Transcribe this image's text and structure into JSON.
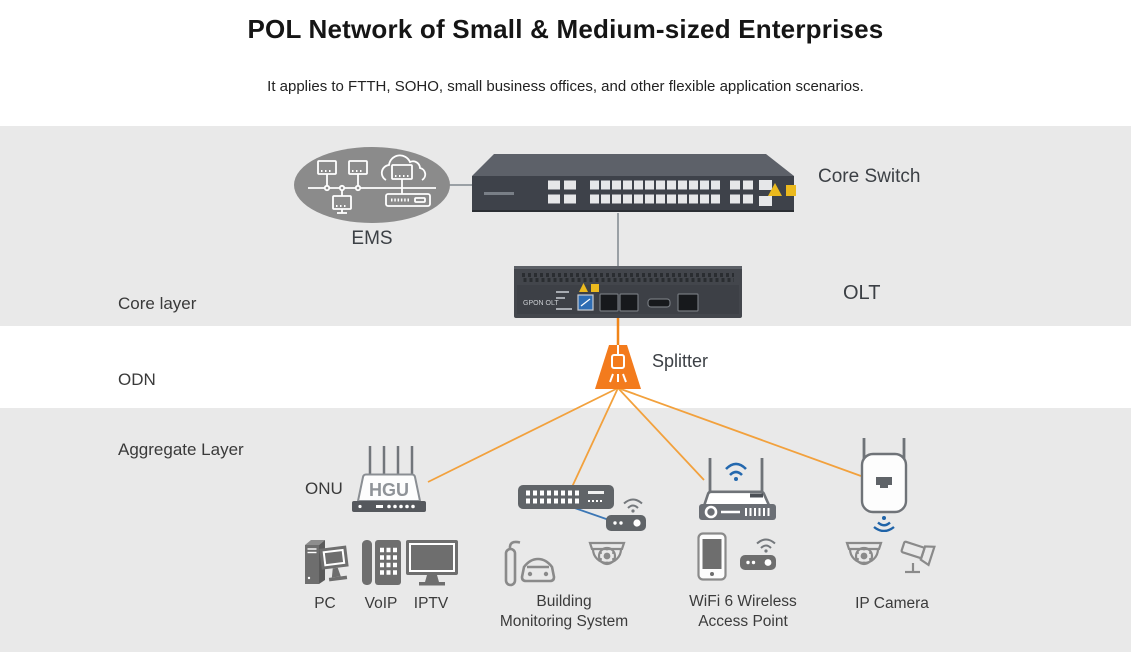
{
  "header": {
    "title": "POL Network of Small & Medium-sized Enterprises",
    "subtitle": "It applies to FTTH, SOHO, small business offices, and other flexible application scenarios."
  },
  "layers": {
    "core": "Core layer",
    "odn": "ODN",
    "aggregate": "Aggregate Layer"
  },
  "nodes": {
    "ems": "EMS",
    "core_switch": "Core Switch",
    "olt": "OLT",
    "olt_panel_text": "GPON OLT",
    "splitter": "Splitter",
    "onu": "ONU",
    "hgu": "HGU"
  },
  "endpoints": {
    "pc": "PC",
    "voip": "VoIP",
    "iptv": "IPTV",
    "building": [
      "Building",
      "Monitoring System"
    ],
    "wifi6": [
      "WiFi 6 Wireless",
      "Access Point"
    ],
    "ip_camera": "IP Camera"
  },
  "colors": {
    "band_gray": "#e9e9e9",
    "ems_ellipse": "#8b8b8b",
    "chassis_dark": "#3e424a",
    "splitter_orange": "#f37b1d",
    "fiber_line_orange": "#f2a13d",
    "wifi_blue": "#2f6eb3",
    "ethernet_line_blue": "#3c77b5",
    "icon_fill_gray": "#6e6e6e",
    "icon_outline_gray": "#8a8a8a",
    "label_text": "#3b3b3b",
    "warning_yellow": "#ecba1e"
  }
}
